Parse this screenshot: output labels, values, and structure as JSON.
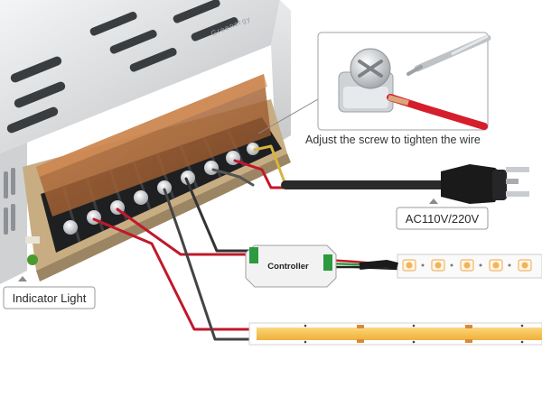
{
  "psu": {
    "brand_text": "Greenergy"
  },
  "callout": {
    "text": "Adjust the screw to tighten the wire"
  },
  "ac_input": {
    "label": "AC110V/220V"
  },
  "indicator": {
    "label": "Indicator Light"
  },
  "controller": {
    "label": "Controller"
  },
  "colors": {
    "wire_red": "#c0182b",
    "wire_black": "#333333",
    "wire_yellow": "#d8b43c",
    "led_warm": "#f6c257",
    "rgb_strip": "#fafafa"
  }
}
